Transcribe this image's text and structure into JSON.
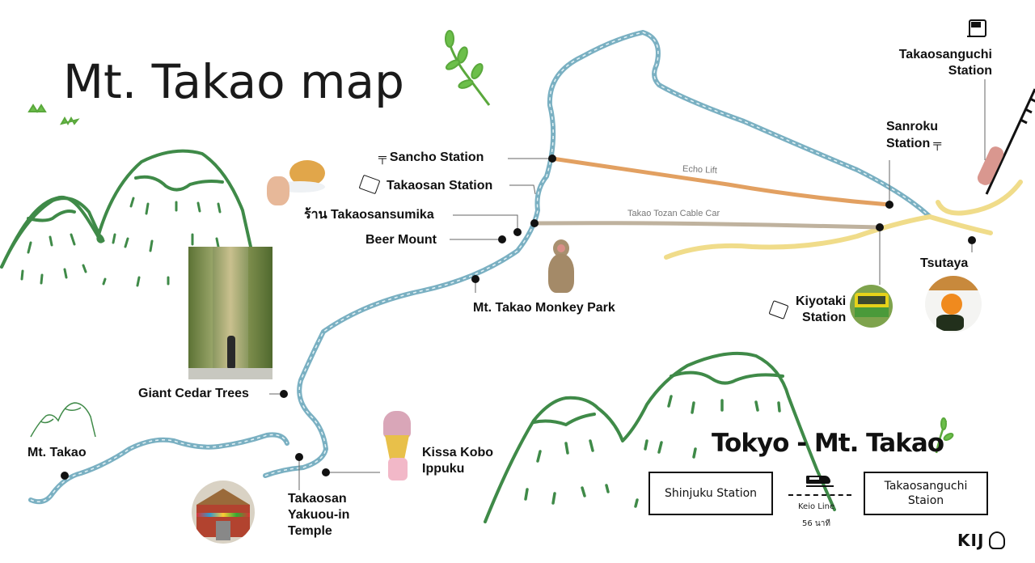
{
  "header": {
    "title": "Mt. Takao map"
  },
  "routes": {
    "echo_lift": "Echo Lift",
    "cable_car": "Takao Tozan Cable Car"
  },
  "places": {
    "sancho_station": "Sancho Station",
    "takaosan_station": "Takaosan Station",
    "takaosansumika": "ร้าน Takaosansumika",
    "beer_mount": "Beer Mount",
    "monkey_park": "Mt. Takao Monkey Park",
    "giant_cedar": "Giant Cedar Trees",
    "mt_takao": "Mt. Takao",
    "yakuouin_line1": "Takaosan",
    "yakuouin_line2": "Yakuou-in",
    "yakuouin_line3": "Temple",
    "kissa_line1": "Kissa Kobo",
    "kissa_line2": "Ippuku",
    "takaosanguchi_line1": "Takaosanguchi",
    "takaosanguchi_line2": "Station",
    "sanroku_line1": "Sanroku",
    "sanroku_line2": "Station",
    "tsutaya": "Tsutaya",
    "kiyotaki_line1": "Kiyotaki",
    "kiyotaki_line2": "Station"
  },
  "access": {
    "title": "Tokyo - Mt. Takao",
    "from_station": "Shinjuku Station",
    "to_station_line1": "Takaosanguchi",
    "to_station_line2": "Staion",
    "line_name": "Keio Line",
    "duration": "56 นาที"
  },
  "brand": {
    "logo_text": "KIJ"
  },
  "icons": {
    "lift": "chairlift-icon",
    "cable_car": "cable-car-icon",
    "train": "train-icon",
    "express_train": "express-train-icon"
  },
  "colors": {
    "mountain_green": "#3f8a48",
    "leaf_green": "#6cbf4a",
    "trail_blue": "#7ab0c2",
    "echo_lift_orange": "#e2a061",
    "cable_car_tan": "#bfb29e",
    "road_yellow": "#f0dc8a",
    "station_pink": "#d9978f"
  }
}
